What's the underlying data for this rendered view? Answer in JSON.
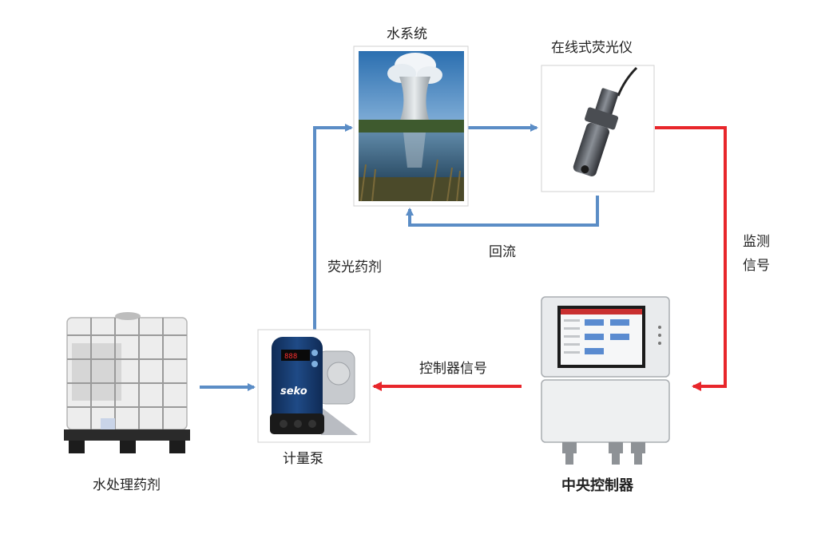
{
  "labels": {
    "water_system": "水系统",
    "fluorometer": "在线式荧光仪",
    "return_flow": "回流",
    "fluorescent_agent": "荧光药剂",
    "monitor_signal": "监测\n信号",
    "controller_signal": "控制器信号",
    "water_treatment_agent": "水处理药剂",
    "metering_pump": "计量泵",
    "central_controller": "中央控制器"
  },
  "device_text": {
    "pump_brand": "seko"
  },
  "colors": {
    "flow_arrow": "#5b8dc6",
    "signal_arrow": "#e8262b"
  }
}
